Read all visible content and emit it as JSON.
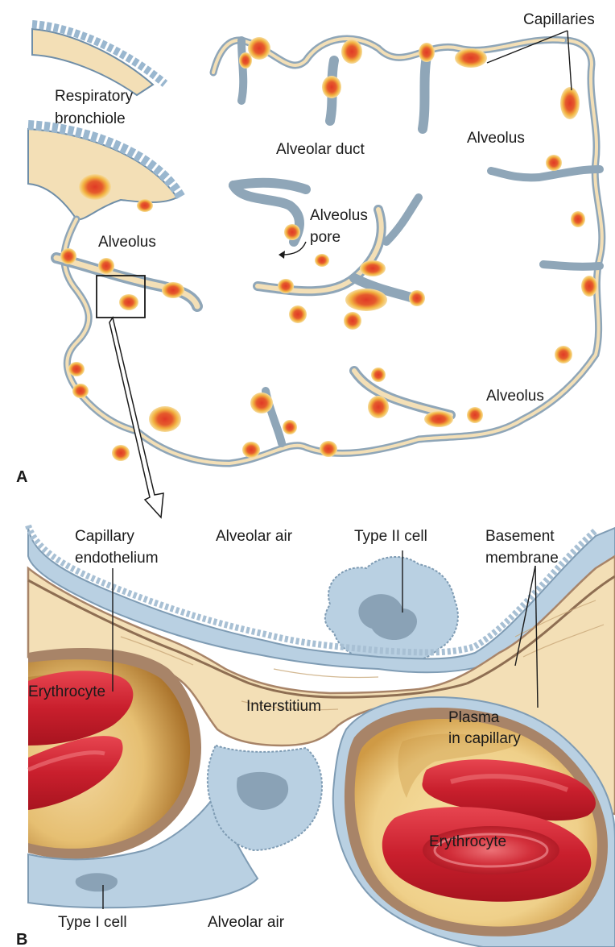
{
  "panel_a": {
    "letter": "A",
    "labels": {
      "capillaries": "Capillaries",
      "respiratory_bronchiole_1": "Respiratory",
      "respiratory_bronchiole_2": "bronchiole",
      "alveolar_duct": "Alveolar duct",
      "alveolus_upper_right": "Alveolus",
      "alveolus_pore_1": "Alveolus",
      "alveolus_pore_2": "pore",
      "alveolus_left": "Alveolus",
      "alveolus_lower_right": "Alveolus"
    }
  },
  "panel_b": {
    "letter": "B",
    "labels": {
      "capillary_endothelium_1": "Capillary",
      "capillary_endothelium_2": "endothelium",
      "alveolar_air_top": "Alveolar air",
      "type_ii_cell": "Type II cell",
      "basement_membrane_1": "Basement",
      "basement_membrane_2": "membrane",
      "erythrocyte_left": "Erythrocyte",
      "interstitium": "Interstitium",
      "plasma_1": "Plasma",
      "plasma_2": "in capillary",
      "erythrocyte_right": "Erythrocyte",
      "type_i_cell": "Type I cell",
      "alveolar_air_bottom": "Alveolar air"
    }
  },
  "colors": {
    "epithelium": "#b9d0e2",
    "epithelium_edge": "#6f8ea8",
    "interstitium": "#f3dfb6",
    "membrane": "#a88468",
    "capillary_red": "#d23a2e",
    "capillary_glow": "#f0b545",
    "plasma": "#f6dfa0"
  }
}
